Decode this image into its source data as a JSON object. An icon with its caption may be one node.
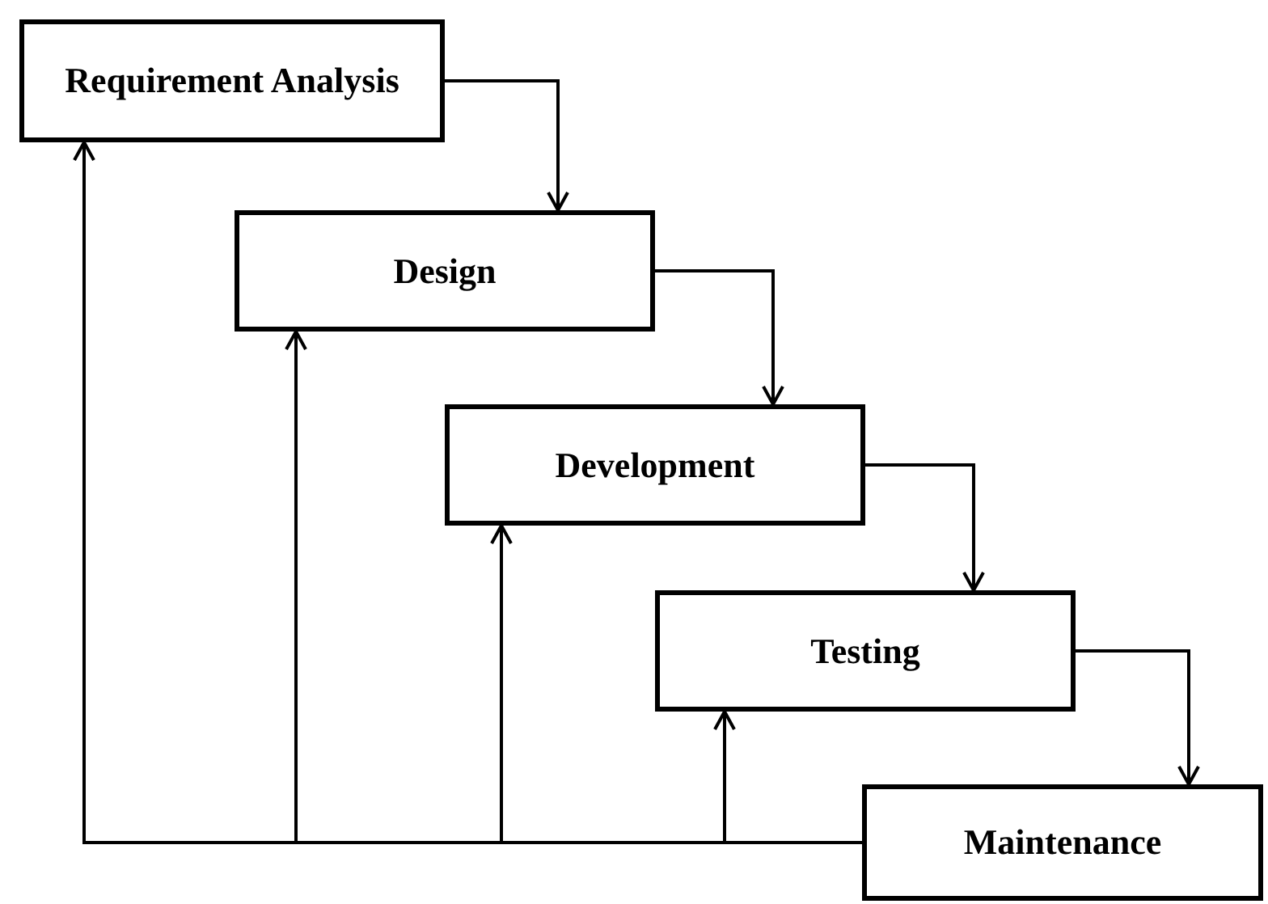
{
  "diagram": {
    "nodes": [
      {
        "text": [
          "Requirement Analysis"
        ]
      },
      {
        "text": [
          "Design"
        ]
      },
      {
        "text": [
          "Development"
        ]
      },
      {
        "text": [
          "Testing"
        ]
      },
      {
        "text": [
          "Maintenance"
        ]
      }
    ],
    "edges": [
      {
        "from": 0,
        "to": 1,
        "arrow": "to"
      },
      {
        "from": 1,
        "to": 2,
        "arrow": "to"
      },
      {
        "from": 2,
        "to": 3,
        "arrow": "to"
      },
      {
        "from": 3,
        "to": 4,
        "arrow": "to"
      },
      {
        "from": 4,
        "to": 0,
        "arrow": "to"
      },
      {
        "from": 4,
        "to": 1,
        "arrow": "to"
      },
      {
        "from": 4,
        "to": 2,
        "arrow": "to"
      },
      {
        "from": 4,
        "to": 3,
        "arrow": "to"
      }
    ]
  }
}
